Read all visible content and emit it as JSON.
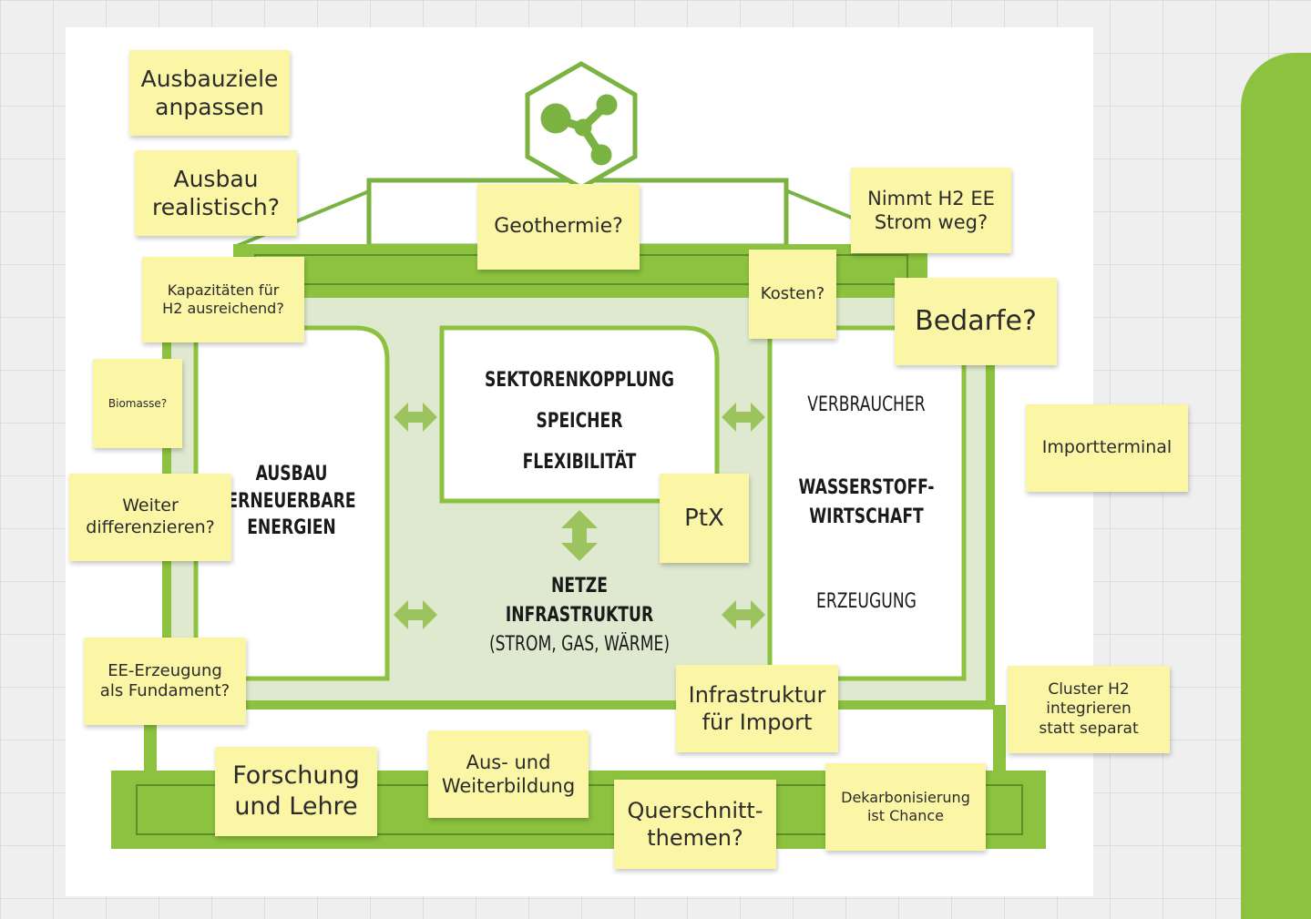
{
  "diagram": {
    "left_box": [
      "AUSBAU",
      "ERNEUERBARE",
      "ENERGIEN"
    ],
    "center_top": [
      "SEKTORENKOPPLUNG",
      "SPEICHER",
      "FLEXIBILITÄT"
    ],
    "center_bottom": [
      "NETZE",
      "INFRASTRUKTUR",
      "(STROM, GAS, WÄRME)"
    ],
    "right_top": "VERBRAUCHER",
    "right_middle": [
      "WASSERSTOFF-",
      "WIRTSCHAFT"
    ],
    "right_bottom": "ERZEUGUNG",
    "logo_icon": "molecule-icon"
  },
  "stickies": {
    "ausbauziele": [
      "Ausbauziele",
      "anpassen"
    ],
    "ausbau_realistisch": [
      "Ausbau",
      "realistisch?"
    ],
    "geothermie": [
      "Geothermie?"
    ],
    "nimmt_h2": [
      "Nimmt H2 EE",
      "Strom weg?"
    ],
    "kapazitaeten": [
      "Kapazitäten für",
      "H2 ausreichend?"
    ],
    "kosten": [
      "Kosten?"
    ],
    "bedarfe": [
      "Bedarfe?"
    ],
    "biomasse": [
      "Biomasse?"
    ],
    "importterminal": [
      "Importterminal"
    ],
    "weiter": [
      "Weiter",
      "differenzieren?"
    ],
    "ptx": [
      "PtX"
    ],
    "ee_erzeugung": [
      "EE-Erzeugung",
      "als Fundament?"
    ],
    "infrastruktur_import": [
      "Infrastruktur",
      "für Import"
    ],
    "cluster_h2": [
      "Cluster H2",
      "integrieren",
      "statt separat"
    ],
    "forschung": [
      "Forschung",
      "und Lehre"
    ],
    "aus_weiterbildung": [
      "Aus- und",
      "Weiterbildung"
    ],
    "querschnitt": [
      "Querschnitt-",
      "themen?"
    ],
    "dekarbonisierung": [
      "Dekarbonisierung",
      "ist Chance"
    ]
  },
  "colors": {
    "green_dark": "#7bb342",
    "green_light": "#dfe9cf",
    "sticky": "#fbf6a6",
    "panel": "#8cc23f"
  }
}
